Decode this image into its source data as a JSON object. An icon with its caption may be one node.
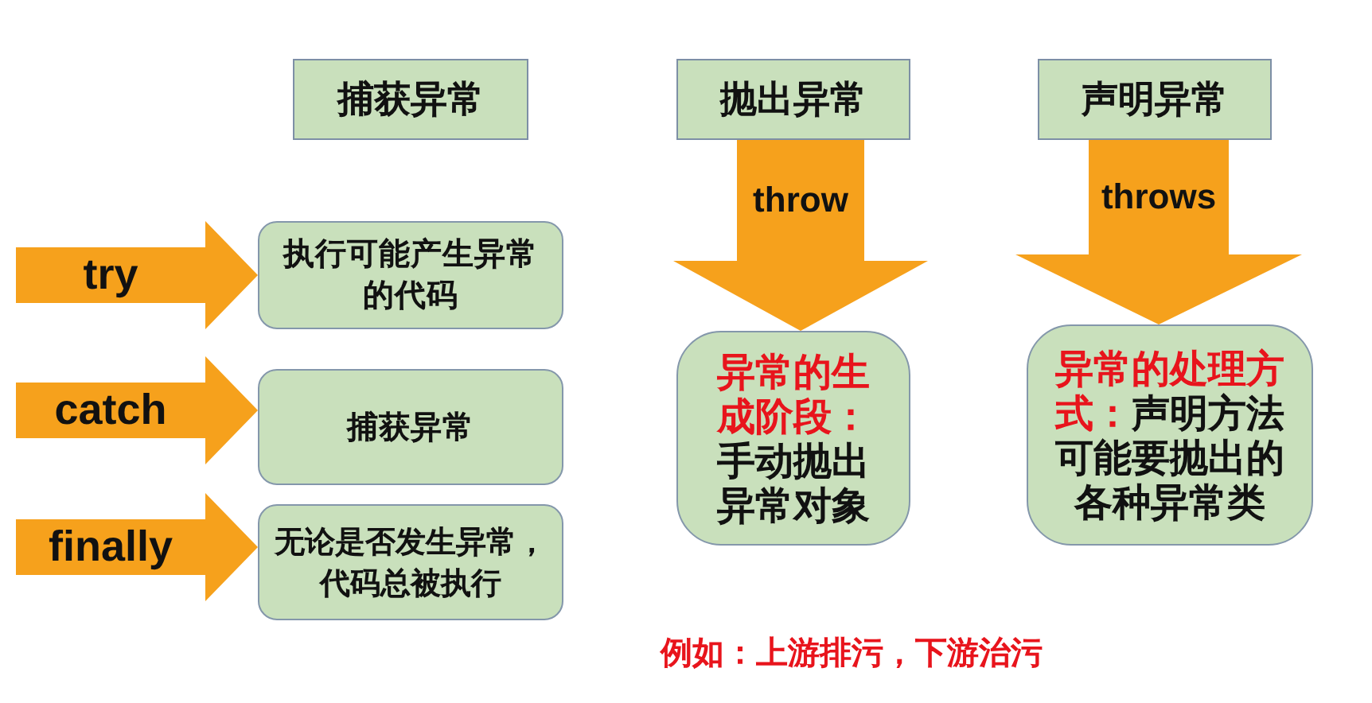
{
  "diagram": {
    "nodes": [
      {
        "text": [
          "捕获异常"
        ]
      },
      {
        "text": [
          "抛出异常"
        ]
      },
      {
        "text": [
          "声明异常"
        ]
      },
      {
        "text": [
          "执行可能产生异常的代码"
        ]
      },
      {
        "text": [
          "捕获异常"
        ]
      },
      {
        "text": [
          "无论是否发生异常，代码总被执行"
        ]
      },
      {
        "text": [
          "异常的生成阶段：",
          "手动抛出异常对象"
        ]
      },
      {
        "text": [
          "异常的处理方式：",
          "声明方法可能要抛出的各种异常类"
        ]
      }
    ],
    "edges": [
      {
        "from": null,
        "to": 3,
        "arrow": "to",
        "label": "try"
      },
      {
        "from": null,
        "to": 4,
        "arrow": "to",
        "label": "catch"
      },
      {
        "from": null,
        "to": 5,
        "arrow": "to",
        "label": "finally"
      },
      {
        "from": 1,
        "to": 6,
        "arrow": "to",
        "label": "throw"
      },
      {
        "from": 2,
        "to": 7,
        "arrow": "to",
        "label": "throws"
      }
    ],
    "labels": [
      "例如：上游排污，下游治污"
    ]
  }
}
